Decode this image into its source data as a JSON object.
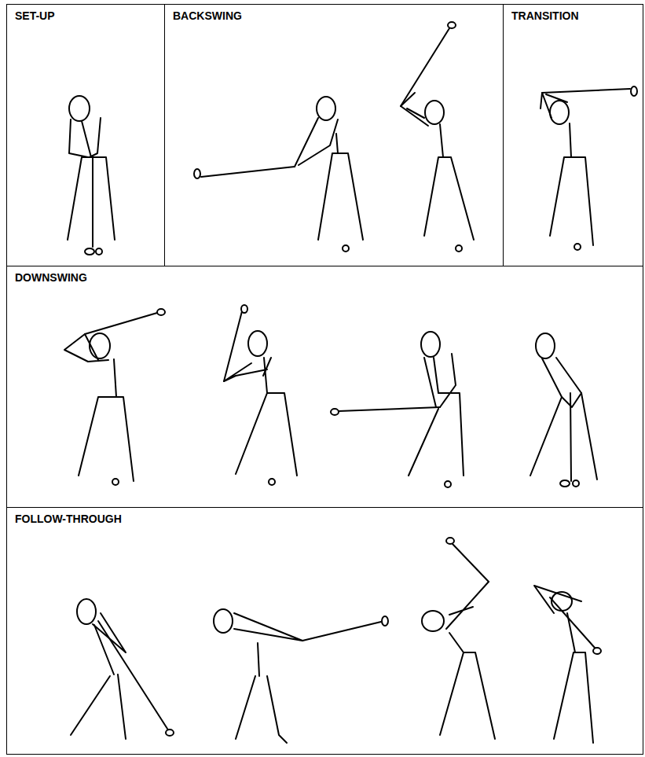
{
  "diagram": {
    "nodes": [
      {
        "text": [
          "SET-UP"
        ]
      },
      {
        "text": [
          "BACKSWING"
        ]
      },
      {
        "text": [
          "TRANSITION"
        ]
      },
      {
        "text": [
          "DOWNSWING"
        ]
      },
      {
        "text": [
          "FOLLOW-THROUGH"
        ]
      }
    ]
  }
}
